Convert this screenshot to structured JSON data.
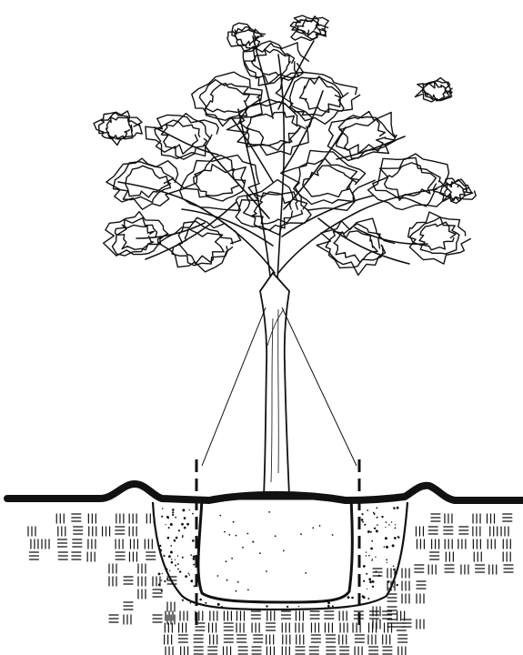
{
  "figure": {
    "subject": "tree-planting-cross-section",
    "background": "#ffffff",
    "ink": "#111111",
    "parts": [
      "tree-canopy",
      "tree-trunk",
      "guy-wires",
      "ground-surface",
      "root-ball",
      "planting-hole",
      "backfill",
      "native-soil",
      "stakes"
    ]
  }
}
